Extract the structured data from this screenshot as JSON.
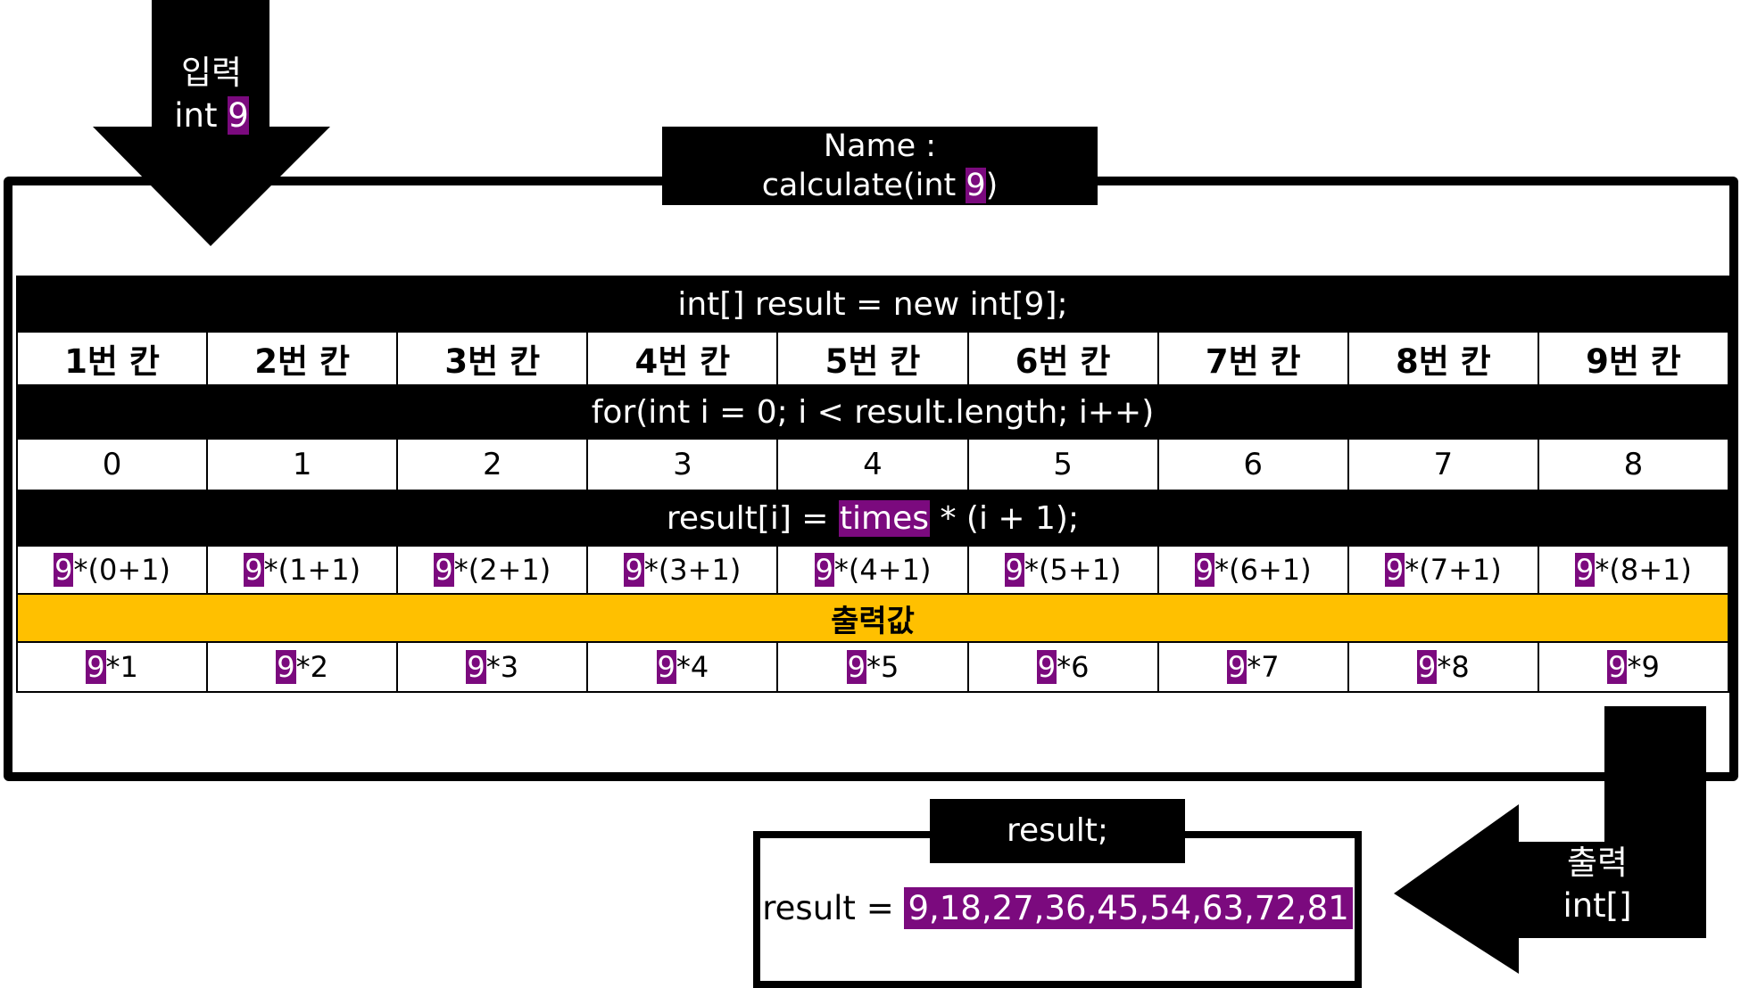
{
  "colors": {
    "highlight": "#7b0a7e",
    "output_band": "#ffc000",
    "ink": "#000000"
  },
  "input": {
    "title": "입력",
    "type": "int",
    "value": "9"
  },
  "method": {
    "label": "Name :",
    "call_prefix": "calculate(int ",
    "arg": "9",
    "call_suffix": ")"
  },
  "table": {
    "declaration": "int[] result = new int[9];",
    "cells": [
      "1번 칸",
      "2번 칸",
      "3번 칸",
      "4번 칸",
      "5번 칸",
      "6번 칸",
      "7번 칸",
      "8번 칸",
      "9번 칸"
    ],
    "loop": "for(int i = 0; i < result.length; i++)",
    "indexes": [
      "0",
      "1",
      "2",
      "3",
      "4",
      "5",
      "6",
      "7",
      "8"
    ],
    "expression_prefix": "result[i] = ",
    "expression_var": "times",
    "expression_suffix": " * (i + 1);",
    "calc_value": "9",
    "calc_terms": [
      "*(0+1)",
      "*(1+1)",
      "*(2+1)",
      "*(3+1)",
      "*(4+1)",
      "*(5+1)",
      "*(6+1)",
      "*(7+1)",
      "*(8+1)"
    ],
    "output_label": "출력값",
    "result_terms": [
      "*1",
      "*2",
      "*3",
      "*4",
      "*5",
      "*6",
      "*7",
      "*8",
      "*9"
    ]
  },
  "output": {
    "title": "출력",
    "type": "int[]"
  },
  "result": {
    "tab": "result;",
    "label": "result = ",
    "value": "9,18,27,36,45,54,63,72,81"
  }
}
